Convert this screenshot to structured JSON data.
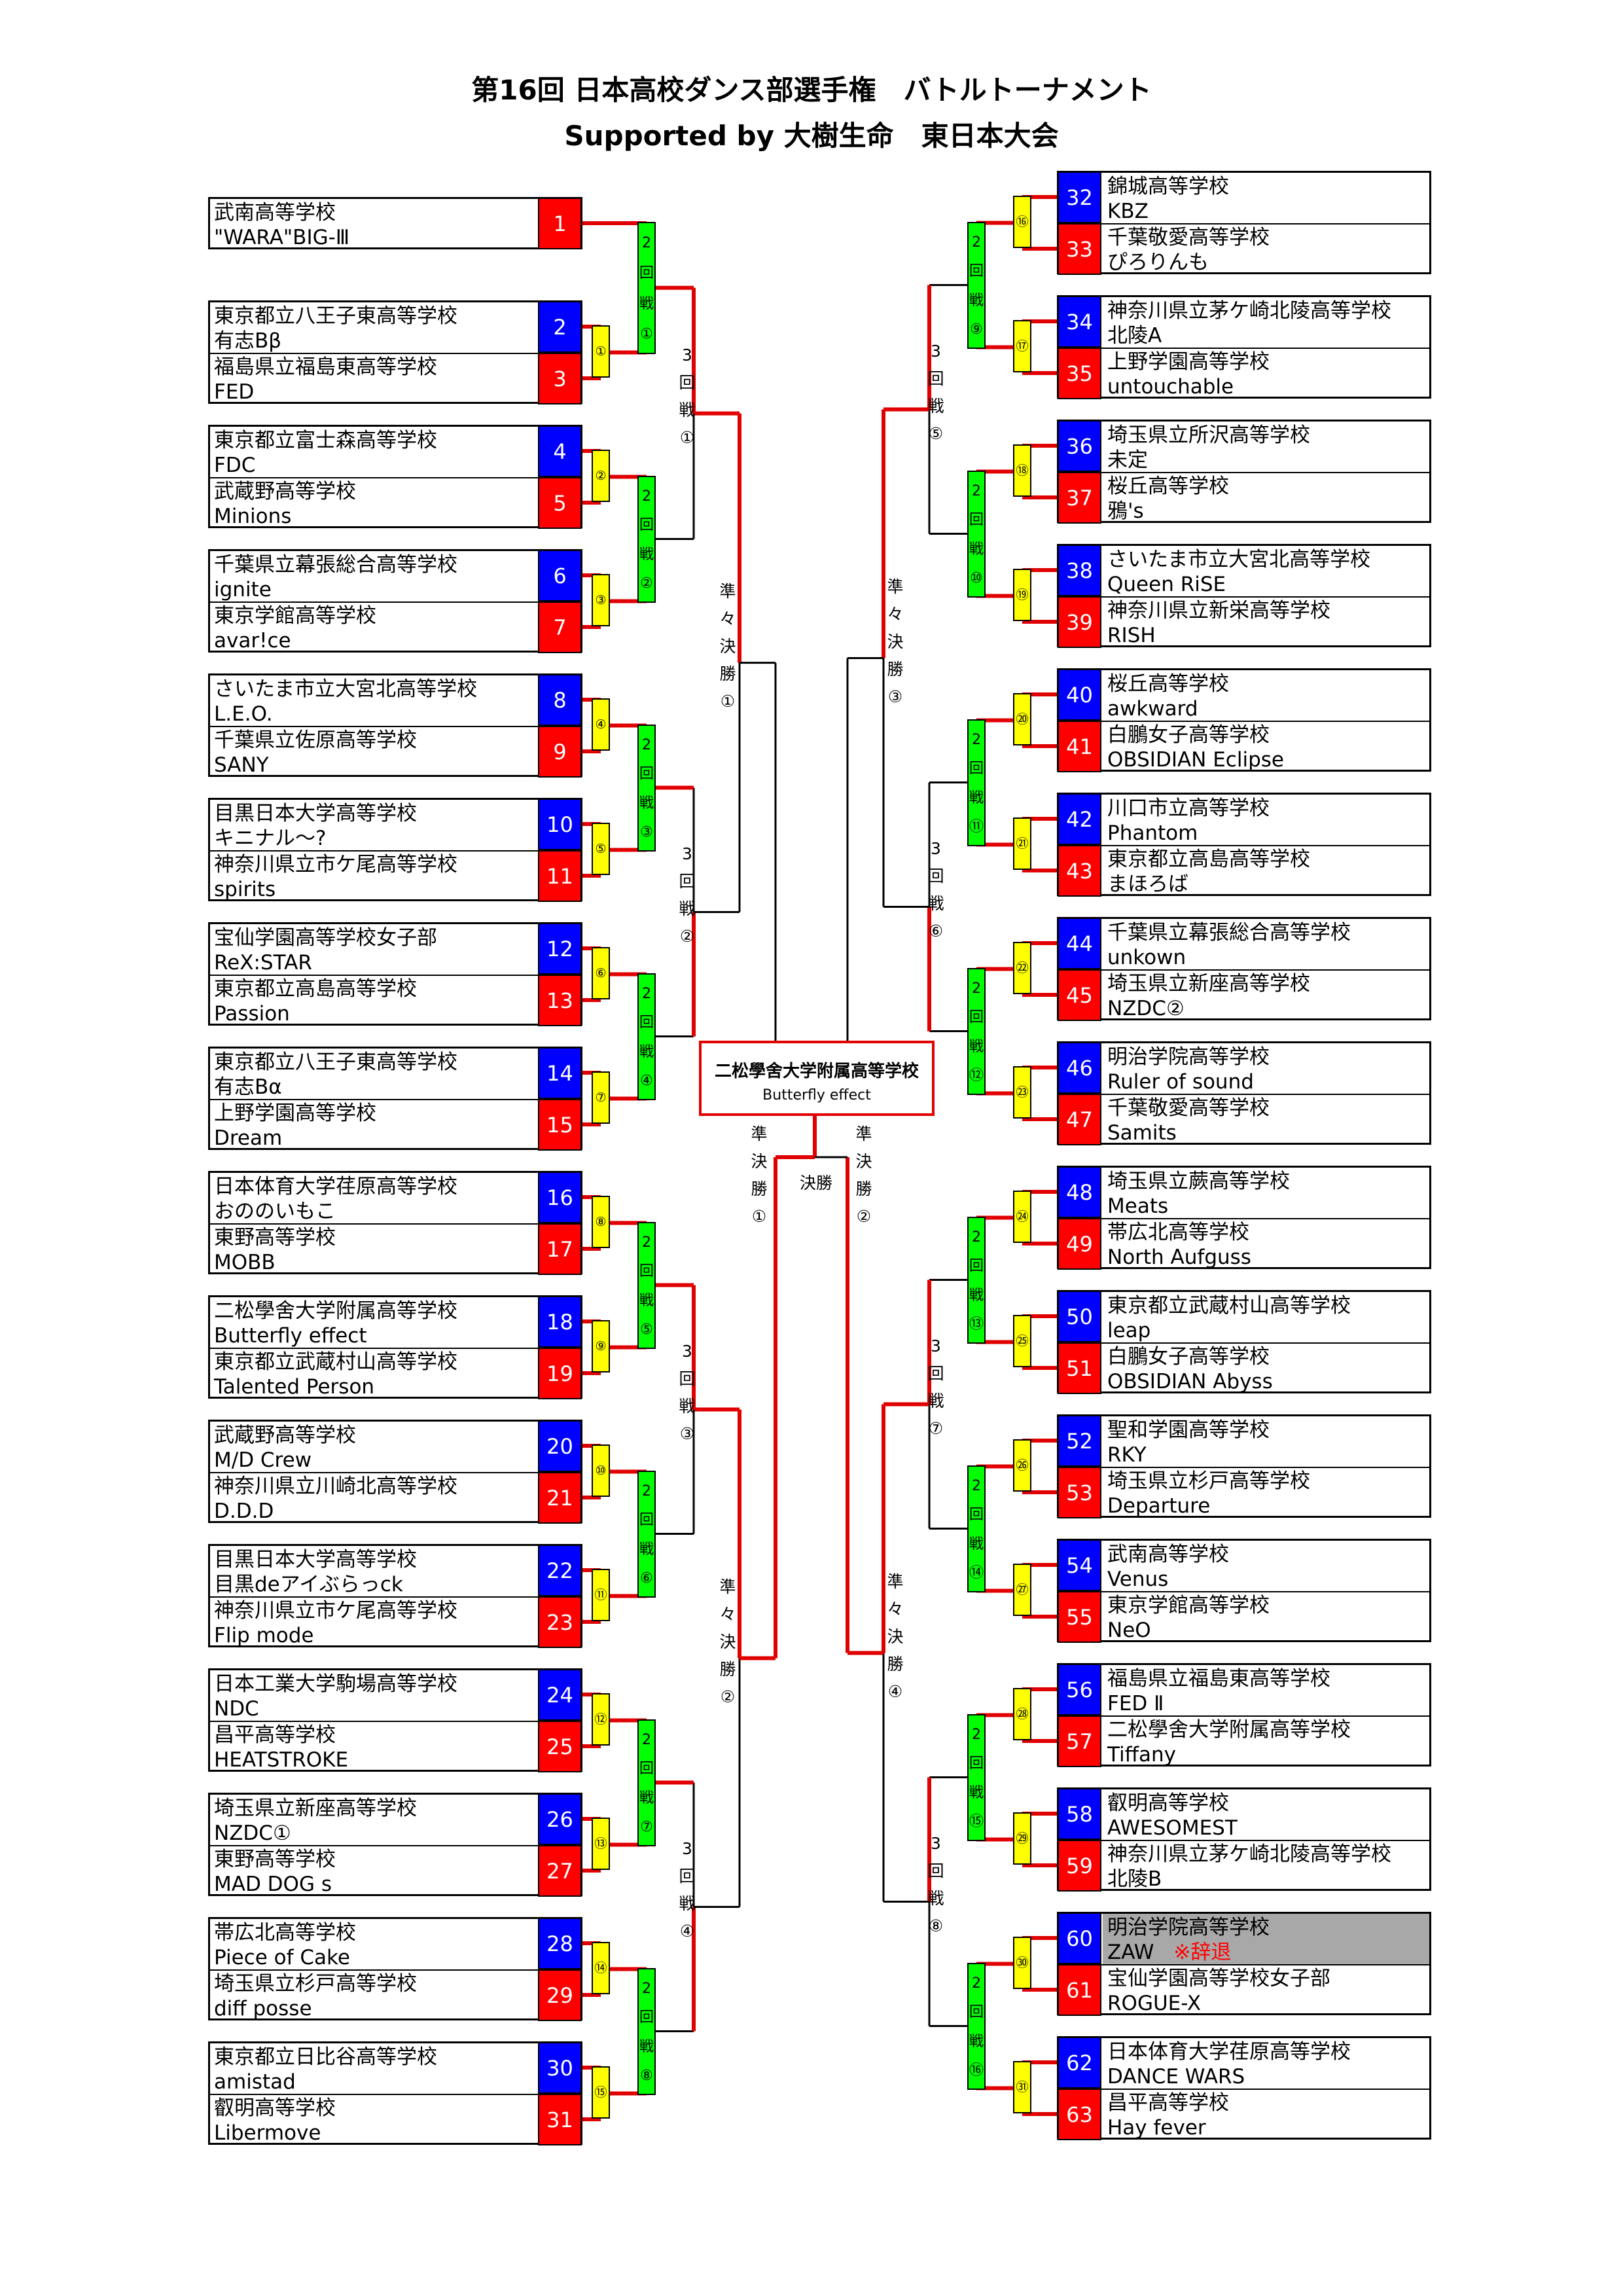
{
  "title": "第16回 日本高校ダンス部選手権　バトルトーナメント",
  "subtitle": "Supported by 大樹生命　東日本大会",
  "colors": {
    "seed_odd": "#0000ff",
    "seed_even": "#ff0000",
    "round1": "#ffff00",
    "round2": "#00ff00",
    "line_winner": "#e00000",
    "line_normal": "#000000",
    "withdrawn_bg": "#a8a8a8"
  },
  "teams": [
    {
      "seed": "1",
      "school": "武南高等学校",
      "team": "\"WARA\"BIG-Ⅲ"
    },
    {
      "seed": "2",
      "school": "東京都立八王子東高等学校",
      "team": "有志Bβ"
    },
    {
      "seed": "3",
      "school": "福島県立福島東高等学校",
      "team": "FED"
    },
    {
      "seed": "4",
      "school": "東京都立富士森高等学校",
      "team": "FDC"
    },
    {
      "seed": "5",
      "school": "武蔵野高等学校",
      "team": "Minions"
    },
    {
      "seed": "6",
      "school": "千葉県立幕張総合高等学校",
      "team": "ignite"
    },
    {
      "seed": "7",
      "school": "東京学館高等学校",
      "team": "avar!ce"
    },
    {
      "seed": "8",
      "school": "さいたま市立大宮北高等学校",
      "team": "L.E.O."
    },
    {
      "seed": "9",
      "school": "千葉県立佐原高等学校",
      "team": "SANY"
    },
    {
      "seed": "10",
      "school": "目黒日本大学高等学校",
      "team": "キニナル～?"
    },
    {
      "seed": "11",
      "school": "神奈川県立市ケ尾高等学校",
      "team": "spirits"
    },
    {
      "seed": "12",
      "school": "宝仙学園高等学校女子部",
      "team": "ReX:STAR"
    },
    {
      "seed": "13",
      "school": "東京都立高島高等学校",
      "team": "Passion"
    },
    {
      "seed": "14",
      "school": "東京都立八王子東高等学校",
      "team": "有志Bα"
    },
    {
      "seed": "15",
      "school": "上野学園高等学校",
      "team": "Dream"
    },
    {
      "seed": "16",
      "school": "日本体育大学荏原高等学校",
      "team": "おののいもこ"
    },
    {
      "seed": "17",
      "school": "東野高等学校",
      "team": "MOBB"
    },
    {
      "seed": "18",
      "school": "二松學舍大学附属高等学校",
      "team": "Butterfly effect"
    },
    {
      "seed": "19",
      "school": "東京都立武蔵村山高等学校",
      "team": "Talented Person"
    },
    {
      "seed": "20",
      "school": "武蔵野高等学校",
      "team": "M/D Crew"
    },
    {
      "seed": "21",
      "school": "神奈川県立川崎北高等学校",
      "team": "D.D.D"
    },
    {
      "seed": "22",
      "school": "目黒日本大学高等学校",
      "team": "目黒deアイぶらっck"
    },
    {
      "seed": "23",
      "school": "神奈川県立市ケ尾高等学校",
      "team": "Flip mode"
    },
    {
      "seed": "24",
      "school": "日本工業大学駒場高等学校",
      "team": "NDC"
    },
    {
      "seed": "25",
      "school": "昌平高等学校",
      "team": "HEATSTROKE"
    },
    {
      "seed": "26",
      "school": "埼玉県立新座高等学校",
      "team": "NZDC①"
    },
    {
      "seed": "27",
      "school": "東野高等学校",
      "team": "MAD DOG s"
    },
    {
      "seed": "28",
      "school": "帯広北高等学校",
      "team": "Piece of Cake"
    },
    {
      "seed": "29",
      "school": "埼玉県立杉戸高等学校",
      "team": "diff posse"
    },
    {
      "seed": "30",
      "school": "東京都立日比谷高等学校",
      "team": "amistad"
    },
    {
      "seed": "31",
      "school": "叡明高等学校",
      "team": "Libermove"
    },
    {
      "seed": "32",
      "school": "錦城高等学校",
      "team": "KBZ"
    },
    {
      "seed": "33",
      "school": "千葉敬愛高等学校",
      "team": "ぴろりんも"
    },
    {
      "seed": "34",
      "school": "神奈川県立茅ケ崎北陵高等学校",
      "team": "北陵A"
    },
    {
      "seed": "35",
      "school": "上野学園高等学校",
      "team": "untouchable"
    },
    {
      "seed": "36",
      "school": "埼玉県立所沢高等学校",
      "team": "未定"
    },
    {
      "seed": "37",
      "school": "桜丘高等学校",
      "team": "鴉's"
    },
    {
      "seed": "38",
      "school": "さいたま市立大宮北高等学校",
      "team": "Queen RiSE"
    },
    {
      "seed": "39",
      "school": "神奈川県立新栄高等学校",
      "team": "RISH"
    },
    {
      "seed": "40",
      "school": "桜丘高等学校",
      "team": "awkward"
    },
    {
      "seed": "41",
      "school": "白鵬女子高等学校",
      "team": "OBSIDIAN Eclipse"
    },
    {
      "seed": "42",
      "school": "川口市立高等学校",
      "team": "Phantom"
    },
    {
      "seed": "43",
      "school": "東京都立高島高等学校",
      "team": "まほろば"
    },
    {
      "seed": "44",
      "school": "千葉県立幕張総合高等学校",
      "team": "unkown"
    },
    {
      "seed": "45",
      "school": "埼玉県立新座高等学校",
      "team": "NZDC②"
    },
    {
      "seed": "46",
      "school": "明治学院高等学校",
      "team": "Ruler of sound"
    },
    {
      "seed": "47",
      "school": "千葉敬愛高等学校",
      "team": "Samits"
    },
    {
      "seed": "48",
      "school": "埼玉県立蕨高等学校",
      "team": "Meats"
    },
    {
      "seed": "49",
      "school": "帯広北高等学校",
      "team": "North Aufguss"
    },
    {
      "seed": "50",
      "school": "東京都立武蔵村山高等学校",
      "team": "leap"
    },
    {
      "seed": "51",
      "school": "白鵬女子高等学校",
      "team": "OBSIDIAN Abyss"
    },
    {
      "seed": "52",
      "school": "聖和学園高等学校",
      "team": "RKY"
    },
    {
      "seed": "53",
      "school": "埼玉県立杉戸高等学校",
      "team": "Departure"
    },
    {
      "seed": "54",
      "school": "武南高等学校",
      "team": "Venus"
    },
    {
      "seed": "55",
      "school": "東京学館高等学校",
      "team": "NeO"
    },
    {
      "seed": "56",
      "school": "福島県立福島東高等学校",
      "team": "FED Ⅱ"
    },
    {
      "seed": "57",
      "school": "二松學舍大学附属高等学校",
      "team": "Tiffany"
    },
    {
      "seed": "58",
      "school": "叡明高等学校",
      "team": "AWESOMEST"
    },
    {
      "seed": "59",
      "school": "神奈川県立茅ケ崎北陵高等学校",
      "team": "北陵B"
    },
    {
      "seed": "60",
      "school": "明治学院高等学校",
      "team": "ZAW",
      "note": "※辞退"
    },
    {
      "seed": "61",
      "school": "宝仙学園高等学校女子部",
      "team": "ROGUE-X"
    },
    {
      "seed": "62",
      "school": "日本体育大学荏原高等学校",
      "team": "DANCE WARS"
    },
    {
      "seed": "63",
      "school": "昌平高等学校",
      "team": "Hay fever"
    }
  ],
  "round1_labels": [
    "①",
    "②",
    "③",
    "④",
    "⑤",
    "⑥",
    "⑦",
    "⑧",
    "⑨",
    "⑩",
    "⑪",
    "⑫",
    "⑬",
    "⑭",
    "⑮",
    "⑯",
    "⑰",
    "⑱",
    "⑲",
    "⑳",
    "㉑",
    "㉒",
    "㉓",
    "㉔",
    "㉕",
    "㉖",
    "㉗",
    "㉘",
    "㉙",
    "㉚",
    "㉛"
  ],
  "round2_labels": [
    "2回戦①",
    "2回戦②",
    "2回戦③",
    "2回戦④",
    "2回戦⑤",
    "2回戦⑥",
    "2回戦⑦",
    "2回戦⑧",
    "2回戦⑨",
    "2回戦⑩",
    "2回戦⑪",
    "2回戦⑫",
    "2回戦⑬",
    "2回戦⑭",
    "2回戦⑮",
    "2回戦⑯"
  ],
  "round3_labels": [
    "3回戦①",
    "3回戦②",
    "3回戦③",
    "3回戦④",
    "3回戦⑤",
    "3回戦⑥",
    "3回戦⑦",
    "3回戦⑧"
  ],
  "qf_labels": [
    "準々決勝①",
    "準々決勝②",
    "準々決勝③",
    "準々決勝④"
  ],
  "sf_labels": [
    "準決勝①",
    "準決勝②"
  ],
  "final_label": "決勝",
  "champion": {
    "school": "二松學舍大学附属高等学校",
    "team": "Butterfly effect"
  }
}
